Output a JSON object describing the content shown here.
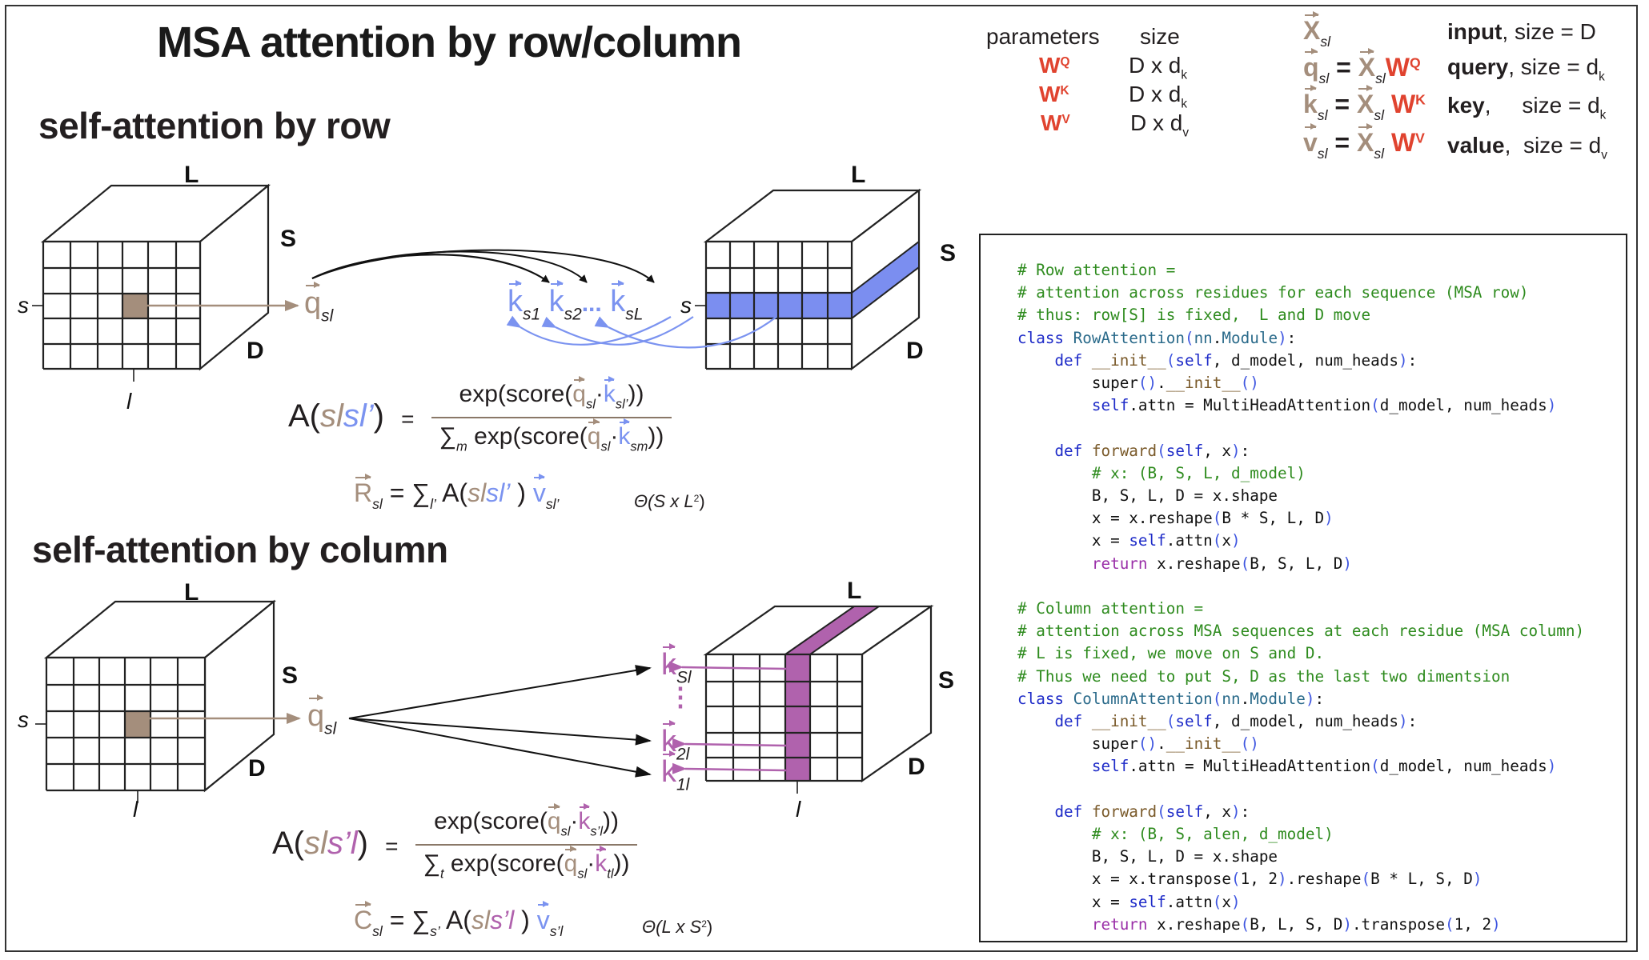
{
  "title": "MSA attention by row/column",
  "sections": {
    "row": "self-attention by row",
    "column": "self-attention by column"
  },
  "params_table": {
    "header_param": "parameters",
    "header_size": "size",
    "rows": [
      {
        "param": "W",
        "sup": "Q",
        "size": "D x d",
        "size_sub": "k"
      },
      {
        "param": "W",
        "sup": "K",
        "size": "D x d",
        "size_sub": "k"
      },
      {
        "param": "W",
        "sup": "V",
        "size": "D x d",
        "size_sub": "v"
      }
    ]
  },
  "definitions": [
    {
      "lhs": "X",
      "lhs_sub": "sl",
      "rhs": "",
      "name": "input",
      "size": ",  size = D",
      "size_sub": ""
    },
    {
      "lhs": "q",
      "lhs_sub": "sl",
      "rhs_x": "X",
      "rhs_sub": "sl",
      "w": "W",
      "w_sup": "Q",
      "name": "query",
      "size": ", size = d",
      "size_sub": "k"
    },
    {
      "lhs": "k",
      "lhs_sub": "sl",
      "rhs_x": "X",
      "rhs_sub": "sl",
      "w": "W",
      "w_sup": "K",
      "name": "key",
      "size": ",     size = d",
      "size_sub": "k"
    },
    {
      "lhs": "v",
      "lhs_sub": "sl",
      "rhs_x": "X",
      "rhs_sub": "sl",
      "w": "W",
      "w_sup": "V",
      "name": "value",
      "size": ",  size = d",
      "size_sub": "v"
    }
  ],
  "cube_labels": {
    "L": "L",
    "S": "S",
    "D": "D",
    "s": "s",
    "l": "l"
  },
  "row_diagram": {
    "query": "q",
    "query_sub": "sl",
    "keys": [
      {
        "k": "k",
        "sub": "s1"
      },
      {
        "k": "k",
        "sub": "s2"
      },
      {
        "k": "k",
        "sub": "sL"
      }
    ],
    "ellipsis": "...",
    "formula": {
      "lhs_A": "A(",
      "lhs_s": "s",
      "lhs_sep": "l",
      "lhs_sl": "sl’",
      "lhs_close": ")",
      "eq": "=",
      "num_prefix": "exp(score(",
      "num_q": "q",
      "num_q_sub": "sl",
      "dot": "·",
      "num_k": "k",
      "num_k_sub": "sl’",
      "num_suffix": "))",
      "den_sigma": "∑",
      "den_sigma_sub": "m",
      "den_prefix": " exp(score(",
      "den_q": "q",
      "den_q_sub": "sl",
      "den_k": "k",
      "den_k_sub": "sm",
      "den_suffix": "))"
    },
    "output": {
      "vec": "R",
      "vec_sub": "sl",
      "eq": " = ∑",
      "sum_sub": "l’",
      "A": " A(",
      "s": "s",
      "sep": "l",
      "sl": "sl’",
      "close": " ) ",
      "v": "v",
      "v_sub": "sl’",
      "complexity": "Θ(S x L",
      "complexity_sup": "2",
      "complexity_close": ")"
    }
  },
  "column_diagram": {
    "query": "q",
    "query_sub": "sl",
    "keys": [
      {
        "k": "k",
        "sub": "Sl"
      },
      {
        "k": "k",
        "sub": "2l"
      },
      {
        "k": "k",
        "sub": "1l"
      }
    ],
    "ellipsis": "⋮",
    "formula": {
      "lhs_A": "A(",
      "lhs_s": "s",
      "lhs_sep": "l",
      "lhs_sl": "s’l",
      "lhs_close": ")",
      "eq": "=",
      "num_prefix": "exp(score(",
      "num_q": "q",
      "num_q_sub": "sl",
      "dot": "·",
      "num_k": "k",
      "num_k_sub": "s’l",
      "num_suffix": "))",
      "den_sigma": "∑",
      "den_sigma_sub": "t",
      "den_prefix": " exp(score(",
      "den_q": "q",
      "den_q_sub": "sl",
      "den_k": "k",
      "den_k_sub": "tl",
      "den_suffix": "))"
    },
    "output": {
      "vec": "C",
      "vec_sub": "sl",
      "eq": " = ∑",
      "sum_sub": "s’",
      "A": " A(",
      "s": "s",
      "sep": "l",
      "sl": "s’l",
      "close": " ) ",
      "v": "v",
      "v_sub": "s’l",
      "complexity": "Θ(L x S",
      "complexity_sup": "2",
      "complexity_close": ")"
    }
  },
  "colors": {
    "query_brown": "#a48e7c",
    "key_blue": "#7b93f0",
    "key_purple": "#b062ad",
    "weight_red": "#e0432f"
  },
  "code": {
    "row": [
      "# Row attention =",
      "# attention across residues for each sequence (MSA row)",
      "# thus: row[S] is fixed,  L and D move",
      "class RowAttention(nn.Module):",
      "    def __init__(self, d_model, num_heads):",
      "        super().__init__()",
      "        self.attn = MultiHeadAttention(d_model, num_heads)",
      "",
      "    def forward(self, x):",
      "        # x: (B, S, L, d_model)",
      "        B, S, L, D = x.shape",
      "        x = x.reshape(B * S, L, D)",
      "        x = self.attn(x)",
      "        return x.reshape(B, S, L, D)"
    ],
    "column": [
      "# Column attention =",
      "# attention across MSA sequences at each residue (MSA column)",
      "# L is fixed, we move on S and D.",
      "# Thus we need to put S, D as the last two dimentsion",
      "class ColumnAttention(nn.Module):",
      "    def __init__(self, d_model, num_heads):",
      "        super().__init__()",
      "        self.attn = MultiHeadAttention(d_model, num_heads)",
      "",
      "    def forward(self, x):",
      "        # x: (B, S, alen, d_model)",
      "        B, S, L, D = x.shape",
      "        x = x.transpose(1, 2).reshape(B * L, S, D)",
      "        x = self.attn(x)",
      "        return x.reshape(B, L, S, D).transpose(1, 2)"
    ]
  }
}
